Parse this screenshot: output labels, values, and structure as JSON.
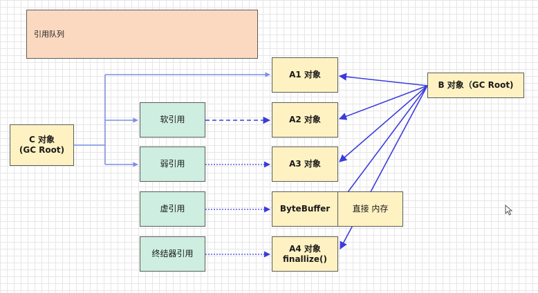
{
  "queue": {
    "label": "引用队列"
  },
  "c_object": {
    "line1": "C 对象",
    "line2": "(GC Root)"
  },
  "b_object": {
    "label": "B 对象（GC Root)"
  },
  "refs": {
    "soft": "软引用",
    "weak": "弱引用",
    "phantom": "虚引用",
    "finalizer": "终结器引用"
  },
  "targets": {
    "a1": "A1 对象",
    "a2": "A2 对象",
    "a3": "A3 对象",
    "bytebuffer": "ByteBuffer",
    "direct_memory": "直接 内存",
    "a4_line1": "A4 对象",
    "a4_line2": "finallize()"
  },
  "colors": {
    "strong_ref": "#3b3bdd",
    "queue_box": "#fbd9c0",
    "object_box": "#fff2c2",
    "reference_box": "#cdeee0"
  }
}
